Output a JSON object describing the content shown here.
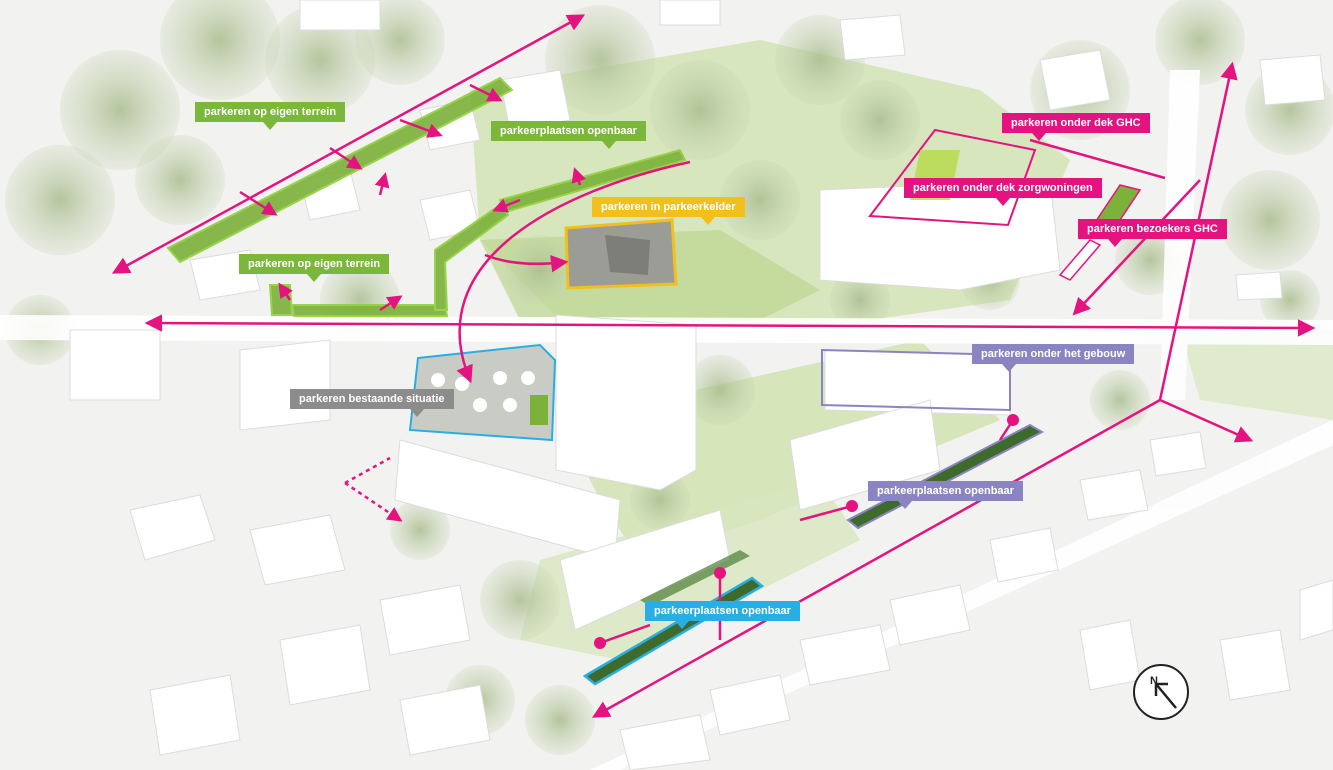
{
  "labels": {
    "eigen_terrein_1": "parkeren op eigen terrein",
    "eigen_terrein_2": "parkeren op eigen terrein",
    "openbaar_green": "parkeerplaatsen openbaar",
    "parkeerkelder": "parkeren in parkeerkelder",
    "bestaande_situatie": "parkeren bestaande situatie",
    "dek_ghc": "parkeren onder dek GHC",
    "dek_zorgwoningen": "parkeren onder dek zorgwoningen",
    "bezoekers_ghc": "parkeren bezoekers GHC",
    "onder_gebouw": "parkeren onder het gebouw",
    "openbaar_purple": "parkeerplaatsen openbaar",
    "openbaar_blue": "parkeerplaatsen openbaar"
  },
  "colors": {
    "route": "#e4137f",
    "own_property": "#7ab73a",
    "garage": "#f2bf1d",
    "existing": "#8c8c8c",
    "under_building": "#8a85c2",
    "public": "#29aee3",
    "greenery": "#c7d9a6",
    "trees": "#b9c9a0",
    "buildings": "#ffffff"
  },
  "north_arrow": {
    "letter": "N",
    "icon": "north-arrow-icon"
  }
}
